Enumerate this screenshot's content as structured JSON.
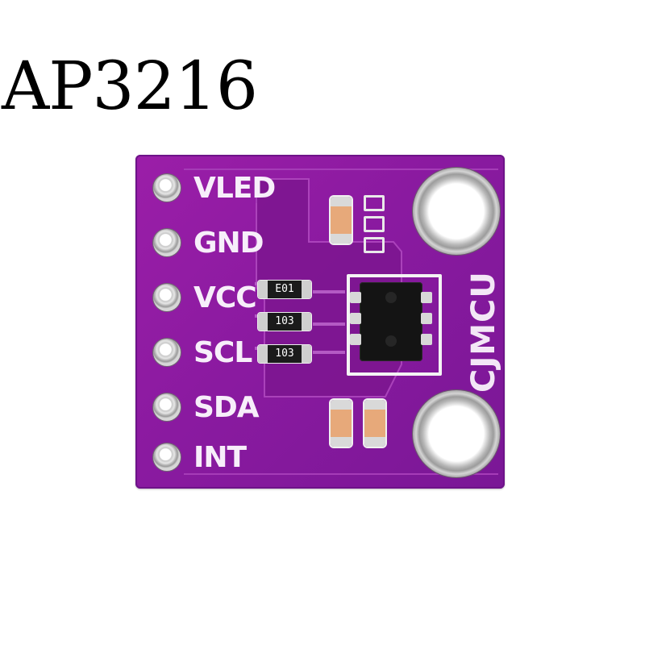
{
  "title": "AP3216",
  "board": {
    "pins": [
      "VLED",
      "GND",
      "VCC",
      "SCL",
      "SDA",
      "INT"
    ],
    "resistors": [
      "E01",
      "103",
      "103"
    ],
    "brand": "CJMCU"
  },
  "colors": {
    "board": "#8a1aa0",
    "silkscreen": "#f7eefa",
    "chip": "#141414"
  }
}
